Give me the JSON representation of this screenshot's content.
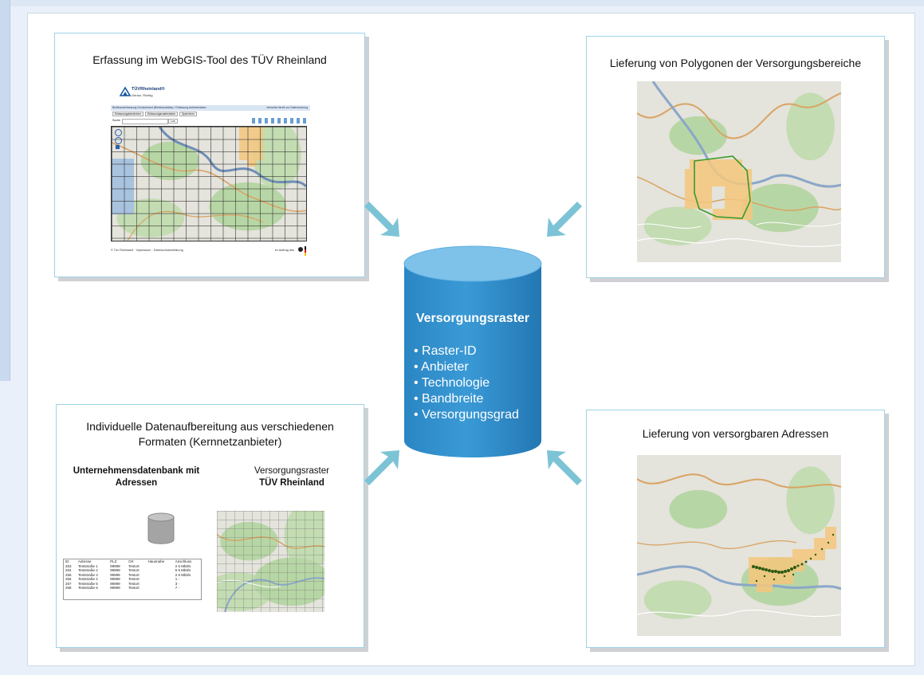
{
  "colors": {
    "panel_border": "#9fd3e6",
    "arrow": "#7cc3d6",
    "cylinder_body": "#2b8fcd",
    "cylinder_top": "#7ec2ea",
    "highlight_cells": "#f5c77e",
    "polygon_line": "#3a9a2a",
    "address_points": "#2f5a12"
  },
  "panels": {
    "top_left": {
      "title": "Erfassung im WebGIS-Tool des TÜV Rheinland",
      "logo_text": "TÜVRheinland®",
      "logo_sub": "Genau. Richtig.",
      "header_line": "Breitbanderfassung Deutschland (Breitbandatlas) / Erfassung Anbieterdaten",
      "header_right": "Infoseite bereit zur Datennutzung",
      "tabs": [
        "Erfassungsbereichen",
        "Erfassungsrasterdaten",
        "Speichern"
      ],
      "search_placeholder": "Suche",
      "search_button": "Los",
      "footer_left": "© Tüv Rheinland · Impressum · Datenschutzerklärung",
      "footer_right": "im Auftrag des"
    },
    "top_right": {
      "title": "Lieferung von Polygonen der Versorgungsbereiche"
    },
    "bottom_left": {
      "title_line1": "Individuelle Datenaufbereitung aus verschiedenen",
      "title_line2": "Formaten (Kernnetzanbieter)",
      "left_label_line1": "Unternehmensdatenbank mit",
      "left_label_line2": "Adressen",
      "right_label_line1": "Versorgungsraster",
      "right_label_line2": "TÜV Rheinland",
      "table": {
        "headers": [
          "ID",
          "Adresse",
          "PLZ",
          "Ort",
          "Hausnahe",
          "Anschluss"
        ],
        "rows": [
          [
            "253",
            "Teststraße 1",
            "99999",
            "Testort",
            "",
            "2 6 Mbit/s"
          ],
          [
            "254",
            "Teststraße 2",
            "99999",
            "Testort",
            "",
            "5 6 Mbit/s"
          ],
          [
            "255",
            "Teststraße 3",
            "99999",
            "Testort",
            "",
            "2 6 Mbit/s"
          ],
          [
            "256",
            "Teststraße 4",
            "99999",
            "Testort",
            "",
            "1 -"
          ],
          [
            "257",
            "Teststraße 5",
            "99999",
            "Testort",
            "",
            "3 -"
          ],
          [
            "258",
            "Teststraße 6",
            "99999",
            "Testort",
            "",
            "7 -"
          ]
        ]
      }
    },
    "bottom_right": {
      "title": "Lieferung von versorgbaren Adressen"
    }
  },
  "database": {
    "title": "Versorgungsraster",
    "items": [
      "Raster-ID",
      "Anbieter",
      "Technologie",
      "Bandbreite",
      "Versorgungsgrad"
    ]
  }
}
